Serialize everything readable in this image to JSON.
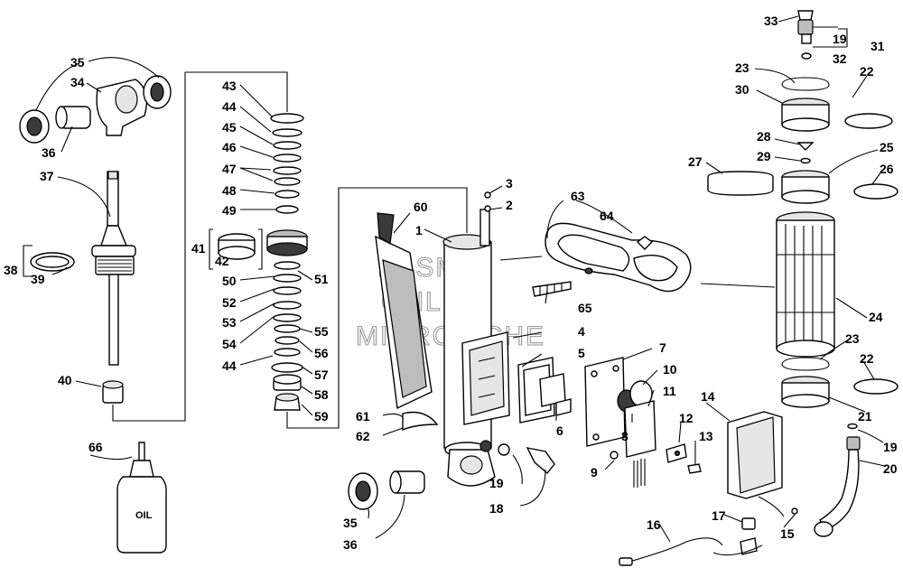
{
  "watermark": [
    "HLSM'S",
    "ONLINE",
    "MICROFICHE"
  ],
  "container_label": "OIL",
  "callouts": {
    "c1": "1",
    "c2": "2",
    "c3": "3",
    "c4": "4",
    "c5": "5",
    "c6": "6",
    "c7": "7",
    "c8": "8",
    "c9": "9",
    "c10": "10",
    "c11": "11",
    "c12": "12",
    "c13": "13",
    "c14": "14",
    "c15": "15",
    "c16": "16",
    "c17": "17",
    "c18": "18",
    "c19a": "19",
    "c19b": "19",
    "c19c": "19",
    "c20": "20",
    "c21": "21",
    "c22a": "22",
    "c22b": "22",
    "c23a": "23",
    "c23b": "23",
    "c24": "24",
    "c25": "25",
    "c26": "26",
    "c27": "27",
    "c28": "28",
    "c29": "29",
    "c30": "30",
    "c31": "31",
    "c32": "32",
    "c33": "33",
    "c34": "34",
    "c35a": "35",
    "c35b": "35",
    "c36a": "36",
    "c36b": "36",
    "c37": "37",
    "c38": "38",
    "c39": "39",
    "c40": "40",
    "c41": "41",
    "c42": "42",
    "c43": "43",
    "c44a": "44",
    "c44b": "44",
    "c45": "45",
    "c46": "46",
    "c47": "47",
    "c48": "48",
    "c49": "49",
    "c50": "50",
    "c51": "51",
    "c52": "52",
    "c53": "53",
    "c54": "54",
    "c55": "55",
    "c56": "56",
    "c57": "57",
    "c58": "58",
    "c59": "59",
    "c60": "60",
    "c61": "61",
    "c62": "62",
    "c63": "63",
    "c64": "64",
    "c65": "65",
    "c66": "66"
  }
}
